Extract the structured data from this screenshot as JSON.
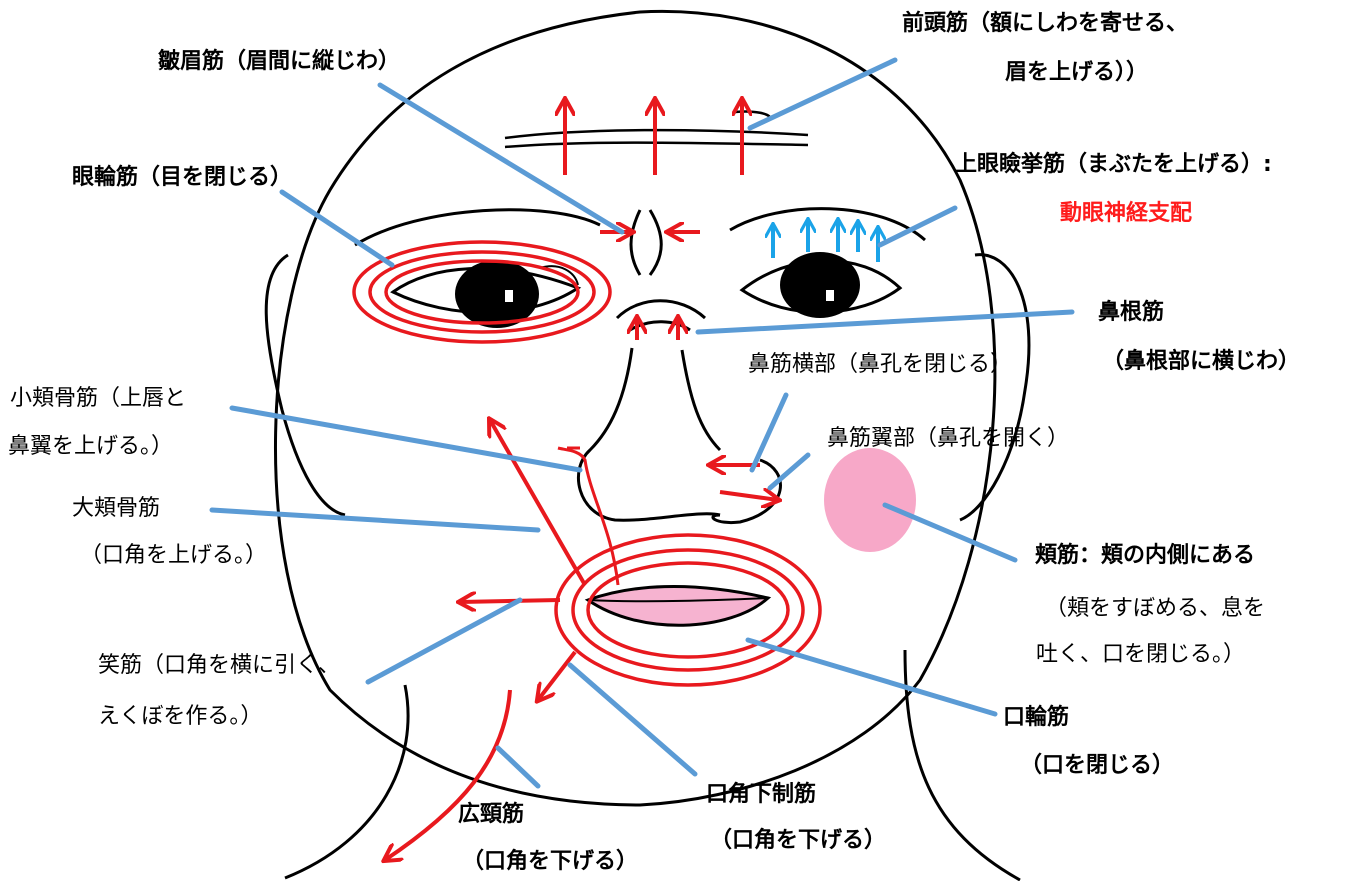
{
  "colors": {
    "outline": "#000000",
    "muscle_red": "#e8191e",
    "leader_blue": "#5b9bd5",
    "arrow_cyan": "#1aa3e8",
    "cheek_pink": "#f7a8c8",
    "lip_pink": "#f6b3d0",
    "highlight_red": "#ff1c1c"
  },
  "labels": {
    "frontalis_1": "前頭筋（額にしわを寄せる、",
    "frontalis_2": "眉を上げる））",
    "corrugator": "皺眉筋（眉間に縦じわ）",
    "orbicularis_oculi": "眼輪筋（目を閉じる）",
    "levator_palpebrae": "上眼瞼挙筋（まぶたを上げる）:",
    "oculomotor": "動眼神経支配",
    "procerus_1": "鼻根筋",
    "procerus_2": "（鼻根部に横じわ）",
    "nasalis_transverse": "鼻筋横部（鼻孔を閉じる）",
    "nasalis_alar": "鼻筋翼部（鼻孔を開く）",
    "zygomaticus_minor_1": "小頬骨筋（上唇と",
    "zygomaticus_minor_2": "鼻翼を上げる。）",
    "zygomaticus_major_1": "大頬骨筋",
    "zygomaticus_major_2": "（口角を上げる。）",
    "buccinator_1": "頬筋：頬の内側にある",
    "buccinator_2": "（頬をすぼめる、息を",
    "buccinator_3": "吐く、口を閉じる。）",
    "risorius_1": "笑筋（口角を横に引く、",
    "risorius_2": "えくぼを作る。）",
    "orbicularis_oris_1": "口輪筋",
    "orbicularis_oris_2": "（口を閉じる）",
    "depressor_anguli_1": "口角下制筋",
    "depressor_anguli_2": "（口角を下げる）",
    "platysma_1": "広頸筋",
    "platysma_2": "（口角を下げる）"
  }
}
